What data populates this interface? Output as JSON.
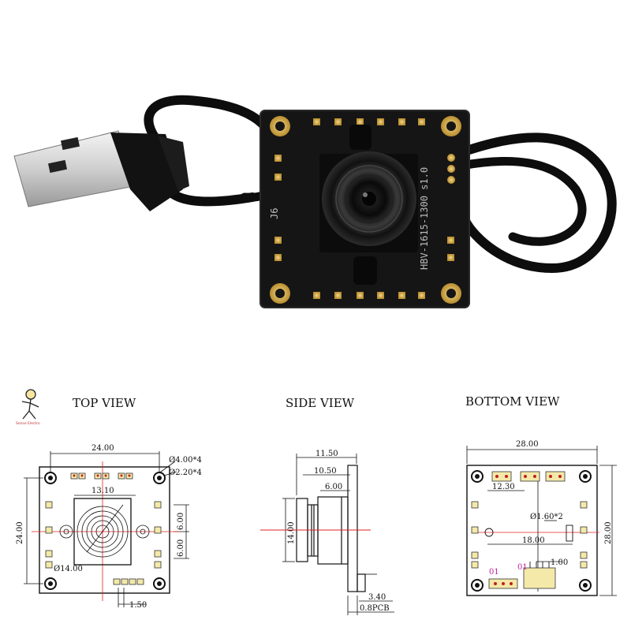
{
  "photo": {
    "pcb_silkscreen": "HBV-1615-1300 s1.0"
  },
  "logo": {
    "caption": "Sense Electro"
  },
  "views": {
    "top": {
      "title": "TOP VIEW",
      "dims": {
        "width": "24.00",
        "height": "24.00",
        "hole_large": "Ø4.00*4",
        "hole_small": "Ø2.20*4",
        "lens_holder": "13.10",
        "pitch_upper": "6.00",
        "pitch_lower": "6.00",
        "lens_dia": "Ø14.00",
        "pin_pitch": "1.50"
      }
    },
    "side": {
      "title": "SIDE VIEW",
      "dims": {
        "total": "11.50",
        "lens": "10.50",
        "holder": "6.00",
        "height": "14.00",
        "base": "3.40",
        "pcb": "0.8PCB"
      }
    },
    "bottom": {
      "title": "BOTTOM VIEW",
      "dims": {
        "width": "28.00",
        "height": "28.00",
        "hole_spacing": "12.30",
        "hole_dia": "Ø1.60*2",
        "center_spacing": "18.00",
        "connector_pitch": "1.00",
        "pin1_label_a": "01",
        "pin1_label_b": "01"
      }
    }
  }
}
